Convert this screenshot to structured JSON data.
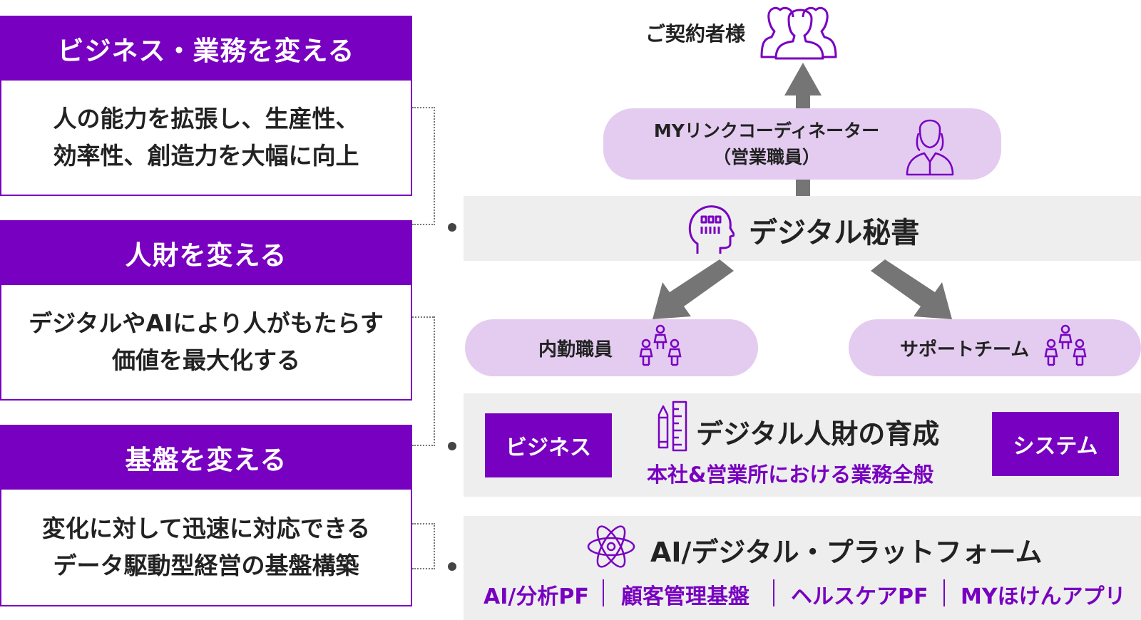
{
  "left": [
    {
      "heading": "ビジネス・業務を変える",
      "lines": [
        "人の能力を拡張し、生産性、",
        "効率性、創造力を大幅に向上"
      ]
    },
    {
      "heading": "人財を変える",
      "lines": [
        "デジタルやAIにより人がもたらす",
        "価値を最大化する"
      ]
    },
    {
      "heading": "基盤を変える",
      "lines": [
        "変化に対して迅速に対応できる",
        "データ駆動型経営の基盤構築"
      ]
    }
  ],
  "top": {
    "customer_label": "ご契約者様"
  },
  "coordinator": {
    "line1": "MYリンクコーディネーター",
    "line2": "（営業職員）"
  },
  "digital_secretary": {
    "label": "デジタル秘書"
  },
  "inhouse": {
    "label": "内勤職員"
  },
  "support": {
    "label": "サポートチーム"
  },
  "talent": {
    "title": "デジタル人財の育成",
    "subtitle": "本社&営業所における業務全般",
    "left_box": "ビジネス",
    "right_box": "システム"
  },
  "platform": {
    "title": "AI/デジタル・プラットフォーム",
    "items": [
      "AI/分析PF",
      "顧客管理基盤",
      "ヘルスケアPF",
      "MYほけんアプリ"
    ]
  },
  "colors": {
    "accent": "#7800c0",
    "pill": "#e3ccf0",
    "band": "#eeeeef",
    "arrow": "#757575"
  }
}
